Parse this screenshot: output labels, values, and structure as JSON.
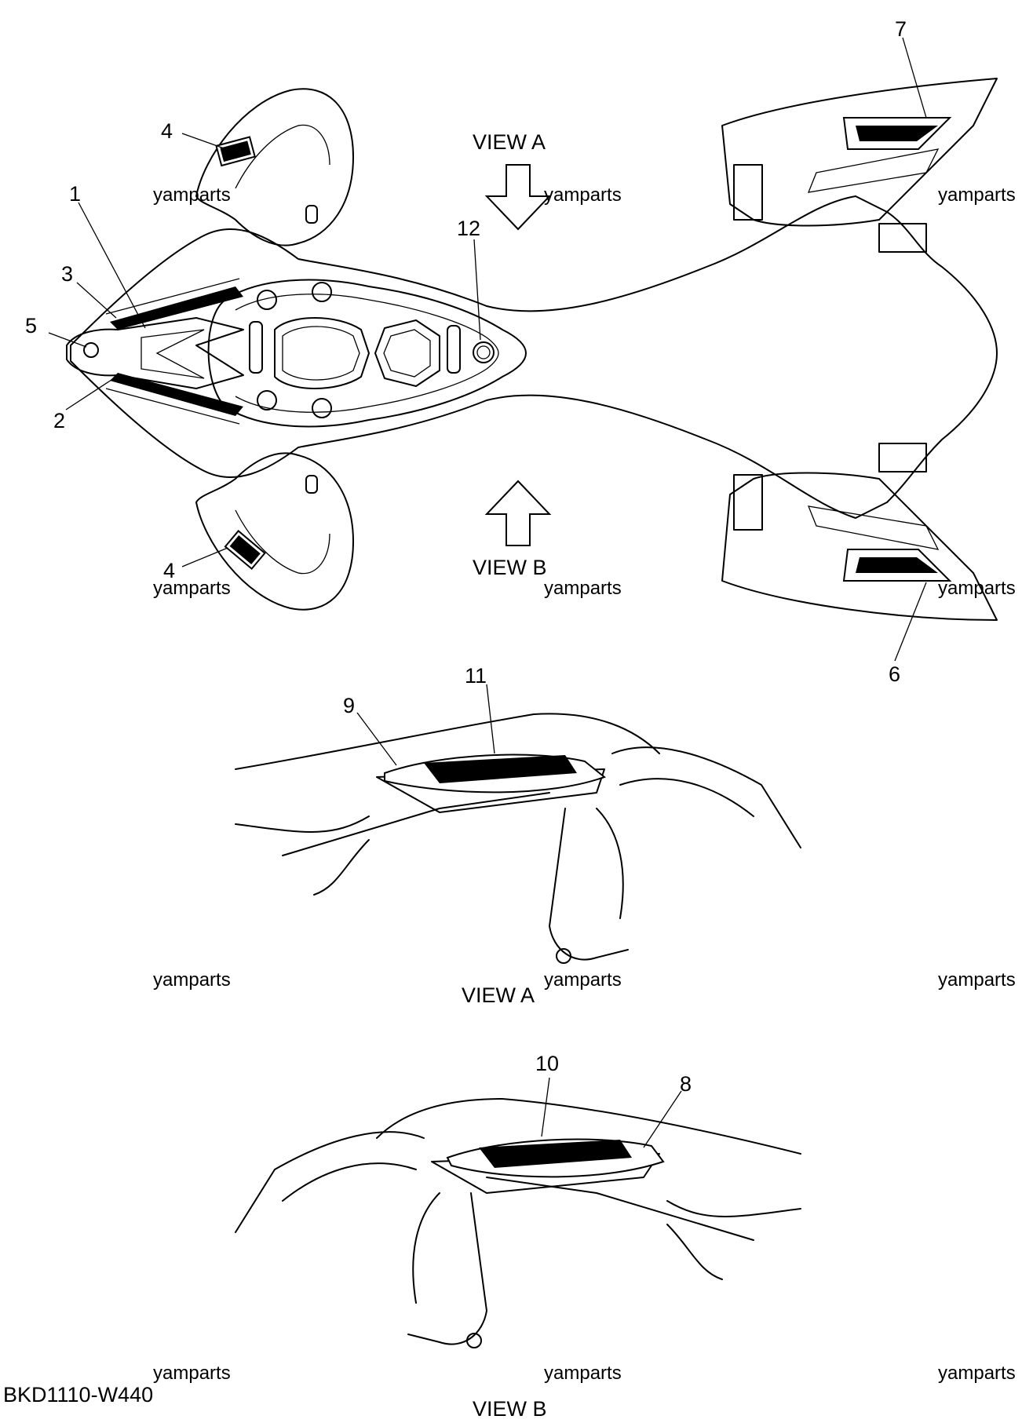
{
  "diagram": {
    "callouts": [
      "1",
      "2",
      "3",
      "4",
      "4",
      "5",
      "6",
      "7",
      "8",
      "9",
      "10",
      "11",
      "12"
    ],
    "view_labels": {
      "view_a_top": "VIEW A",
      "view_b_top": "VIEW B",
      "view_a_caption": "VIEW A",
      "view_b_caption": "VIEW B"
    },
    "watermark": "yamparts",
    "drawing_code": "BKD1110-W440"
  }
}
